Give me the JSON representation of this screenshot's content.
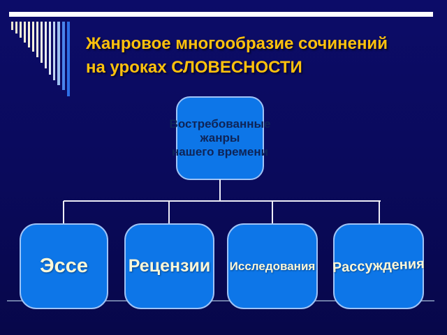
{
  "title": {
    "line1": "Жанровое многообразие сочинений",
    "line2": "на уроках СЛОВЕСНОСТИ"
  },
  "root_box": {
    "line1": "Востребованные",
    "line2": "жанры",
    "line3": "нашего времени"
  },
  "leaves": [
    {
      "label": "Эссе"
    },
    {
      "label": "Рецензии"
    },
    {
      "label": "Исследования"
    },
    {
      "label": "Рассуждения"
    }
  ],
  "colors": {
    "background": "#0a0a5c",
    "title_text": "#fec10d",
    "top_bar": "#ffffff",
    "node_fill": "#0d76e8",
    "node_border": "#9fc3f6",
    "root_text": "#0e2457",
    "leaf_text": "#fcf7d8",
    "connector": "#ededf7",
    "bottom_rule": "#6d7ca6"
  },
  "decoration": {
    "bars": [
      {
        "height": 12,
        "color": "#ece5cf"
      },
      {
        "height": 17,
        "color": "#efe9d3"
      },
      {
        "height": 23,
        "color": "#f2ecd7"
      },
      {
        "height": 30,
        "color": "#f4eeda"
      },
      {
        "height": 37,
        "color": "#f6f0dc"
      },
      {
        "height": 43,
        "color": "#f5f0de"
      },
      {
        "height": 51,
        "color": "#f3f0e2"
      },
      {
        "height": 59,
        "color": "#f0efe7"
      },
      {
        "height": 67,
        "color": "#eaedee"
      },
      {
        "height": 76,
        "color": "#dde7f4"
      },
      {
        "height": 84,
        "color": "#c3d6f2"
      },
      {
        "height": 91,
        "color": "#9cc0f1"
      },
      {
        "height": 98,
        "color": "#4b85ea"
      },
      {
        "height": 107,
        "color": "#2e6fe6"
      }
    ]
  }
}
